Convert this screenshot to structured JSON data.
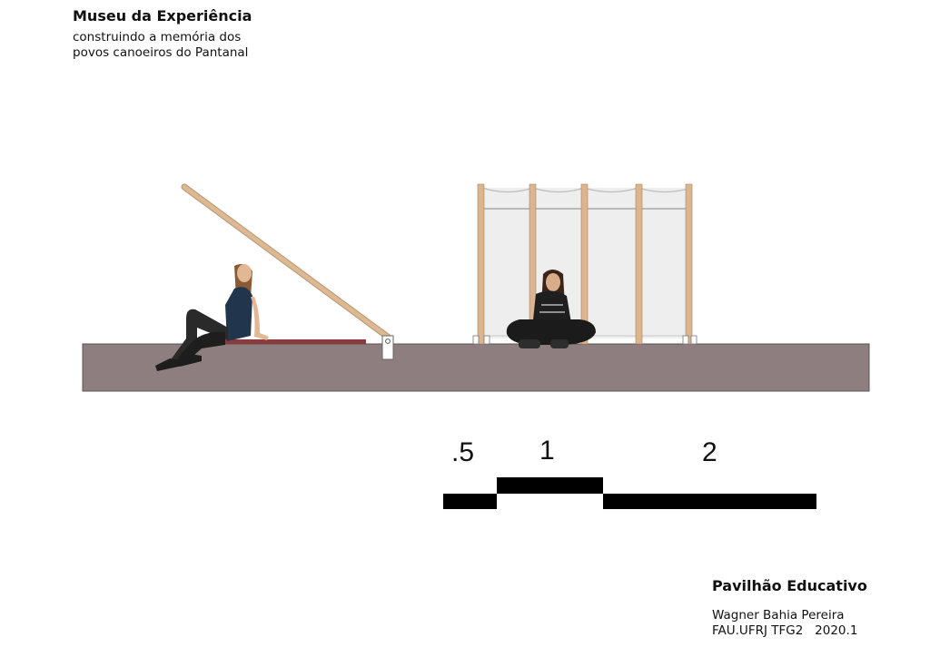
{
  "header": {
    "title": "Museu da Experiência",
    "subtitle_line1": "construindo a memória dos",
    "subtitle_line2": "povos canoeiros do Pantanal"
  },
  "scale_bar": {
    "labels": [
      ".5",
      "1",
      "2"
    ]
  },
  "footer": {
    "pavilion_name": "Pavilhão Educativo",
    "author": "Wagner Bahia Pereira",
    "course": "FAU.UFRJ TFG2   2020.1"
  },
  "colors": {
    "ground": "#8f7e7f",
    "mat": "#8b3a3e",
    "wood": "#dab58f",
    "fabric": "#eeeeee",
    "scale": "#000000"
  }
}
